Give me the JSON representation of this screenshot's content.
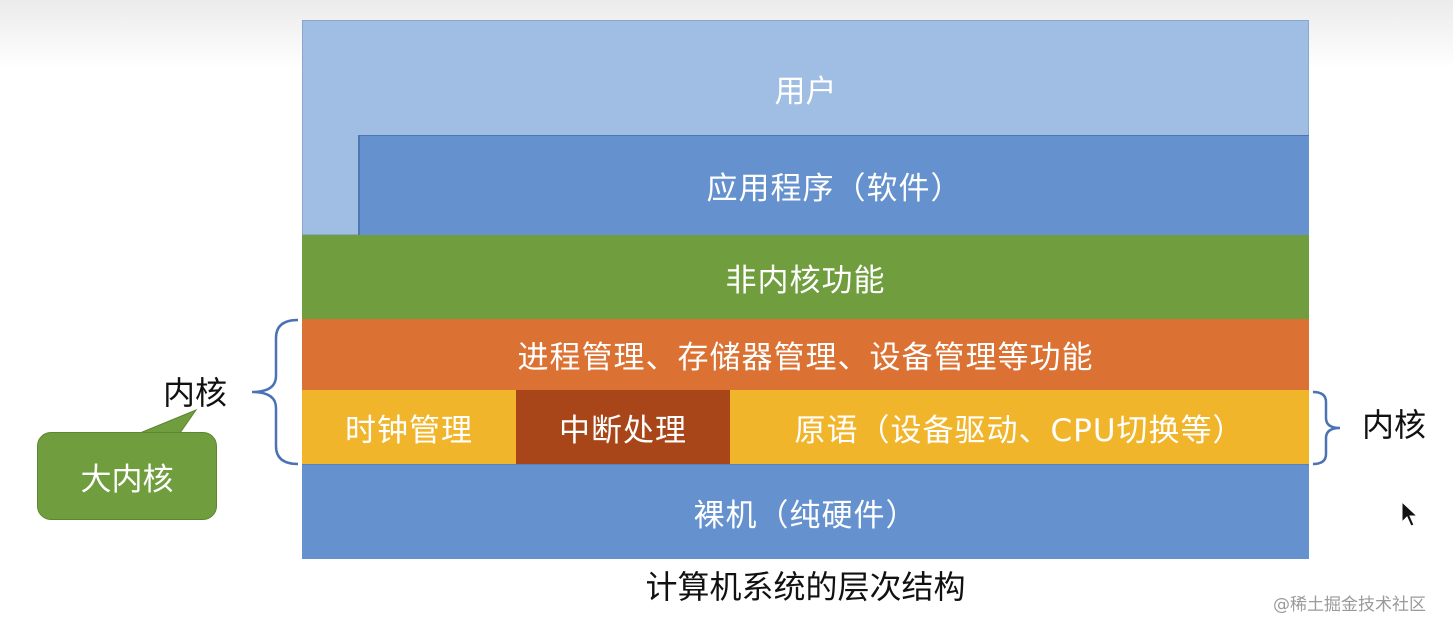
{
  "layers": {
    "user": "用户",
    "application": "应用程序（软件）",
    "non_kernel": "非内核功能",
    "process_mgmt": "进程管理、存储器管理、设备管理等功能",
    "clock_mgmt": "时钟管理",
    "interrupt": "中断处理",
    "primitives": "原语（设备驱动、CPU切换等）",
    "bare_machine": "裸机（纯硬件）"
  },
  "labels": {
    "kernel_left": "内核",
    "kernel_right": "内核",
    "big_kernel": "大内核"
  },
  "caption": "计算机系统的层次结构",
  "watermark": "@稀土掘金技术社区",
  "colors": {
    "user": "#a0bde3",
    "application": "#6591ce",
    "non_kernel": "#709d3e",
    "process_mgmt": "#db7132",
    "primitives": "#f1b52b",
    "interrupt": "#a8461a",
    "bare_machine": "#6591ce"
  }
}
